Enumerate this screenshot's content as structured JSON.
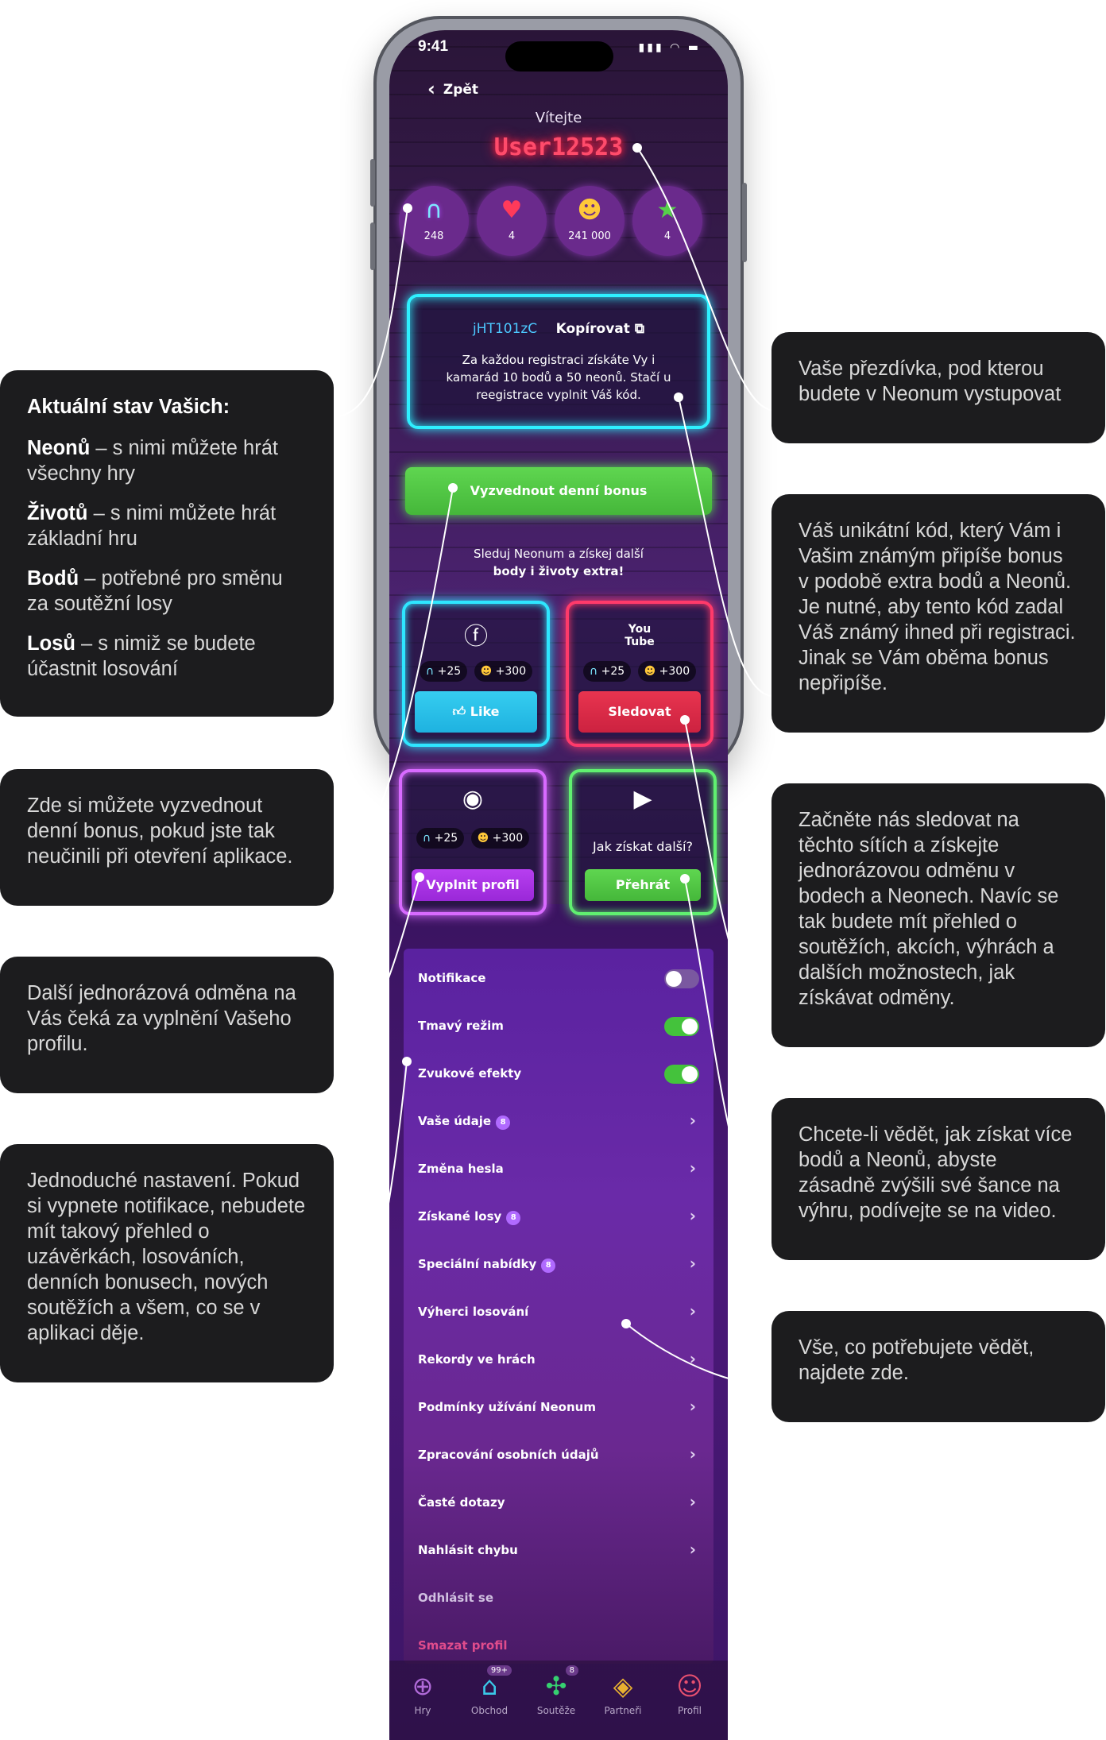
{
  "status_bar": {
    "time": "9:41",
    "signal_icons": "▮▮▮ ◠ ▬"
  },
  "header": {
    "back_label": "Zpět",
    "welcome": "Vítejte",
    "username": "User12523"
  },
  "stats": [
    {
      "icon": "neon-icon",
      "glyph": "∩",
      "value": "248"
    },
    {
      "icon": "heart-icon",
      "glyph": "♥",
      "value": "4"
    },
    {
      "icon": "points-icon",
      "glyph": "☻",
      "value": "241 000"
    },
    {
      "icon": "ticket-icon",
      "glyph": "★",
      "value": "4"
    }
  ],
  "referral": {
    "code": "jHT101zC",
    "copy_label": "Kopírovat",
    "description": "Za každou registraci získáte Vy i kamarád 10 bodů a 50 neonů. Stačí u reegistrace vyplnit Váš kód."
  },
  "daily_bonus_label": "Vyzvednout denní bonus",
  "follow": {
    "line1": "Sleduj Neonum a získej další",
    "line2": "body i životy extra!"
  },
  "cards": {
    "facebook": {
      "reward_neon": "+25",
      "reward_points": "+300",
      "button": "Like"
    },
    "youtube": {
      "reward_neon": "+25",
      "reward_points": "+300",
      "button": "Sledovat"
    },
    "profile": {
      "reward_neon": "+25",
      "reward_points": "+300",
      "button": "Vyplnit profil"
    },
    "video": {
      "title": "Jak získat další?",
      "button": "Přehrát"
    }
  },
  "settings": {
    "notifications": {
      "label": "Notifikace",
      "enabled": false
    },
    "dark_mode": {
      "label": "Tmavý režim",
      "enabled": true
    },
    "sound": {
      "label": "Zvukové efekty",
      "enabled": true
    }
  },
  "menu": [
    {
      "label": "Vaše údaje",
      "badge": "8"
    },
    {
      "label": "Změna hesla",
      "badge": ""
    },
    {
      "label": "Získané losy",
      "badge": "8"
    },
    {
      "label": "Speciální nabídky",
      "badge": "8"
    },
    {
      "label": "Výherci losování",
      "badge": ""
    },
    {
      "label": "Rekordy ve hrách",
      "badge": ""
    },
    {
      "label": "Podmínky užívání Neonum",
      "badge": ""
    },
    {
      "label": "Zpracování osobních údajů",
      "badge": ""
    },
    {
      "label": "Časté dotazy",
      "badge": ""
    },
    {
      "label": "Nahlásit chybu",
      "badge": ""
    }
  ],
  "logout_label": "Odhlásit se",
  "delete_label": "Smazat profil",
  "tabbar": [
    {
      "label": "Hry",
      "icon": "gamepad-icon",
      "glyph": "⊕",
      "badge": ""
    },
    {
      "label": "Obchod",
      "icon": "shop-bag-icon",
      "glyph": "⌂",
      "badge": "99+"
    },
    {
      "label": "Soutěže",
      "icon": "clover-icon",
      "glyph": "✣",
      "badge": "8"
    },
    {
      "label": "Partneři",
      "icon": "handshake-icon",
      "glyph": "◈",
      "badge": ""
    },
    {
      "label": "Profil",
      "icon": "user-icon",
      "glyph": "☺",
      "badge": ""
    }
  ],
  "callouts": {
    "stats": {
      "title": "Aktuální stav Vašich:",
      "items": [
        {
          "term": "Neonů",
          "text": " – s nimi můžete hrát všechny hry"
        },
        {
          "term": "Životů",
          "text": " – s  nimi můžete hrát základní hru"
        },
        {
          "term": "Bodů",
          "text": " – potřebné pro směnu za soutěžní losy"
        },
        {
          "term": "Losů",
          "text": " – s nimiž se budete účastnit losování"
        }
      ]
    },
    "daily_bonus": "Zde si můžete vyzvednout denní bonus, pokud jste tak neučinili při otevření aplikace.",
    "profile_reward": "Další jednorázová odměna na Vás čeká za vyplnění Vašeho profilu.",
    "settings": "Jednoduché nastavení. Pokud si vypnete notifikace, nebudete mít takový přehled o uzávěrkách, losováních, denních bonusech, nových soutěžích a všem, co se v aplikaci děje.",
    "nickname": "Vaše přezdívka, pod kterou budete v Neonum vystupovat",
    "referral_code": "Váš unikátní kód, který Vám i Vašim známým připíše bonus v podobě extra bodů a Neonů. Je nutné, aby tento kód zadal Váš známý ihned při registraci. Jinak se Vám oběma bonus nepřipíše.",
    "social": "Začněte nás sledovat na těchto sítích a získejte jednorázovou odměnu v bodech a Neonech. Navíc se tak budete mít přehled o soutěžích, akcích,  výhrách a dalších možnostech, jak získávat odměny.",
    "video": "Chcete-li vědět, jak získat více bodů a Neonů, abyste zásadně zvýšili své šance na výhru, podívejte se na video.",
    "info": "Vše, co potřebujete vědět, najdete zde."
  }
}
